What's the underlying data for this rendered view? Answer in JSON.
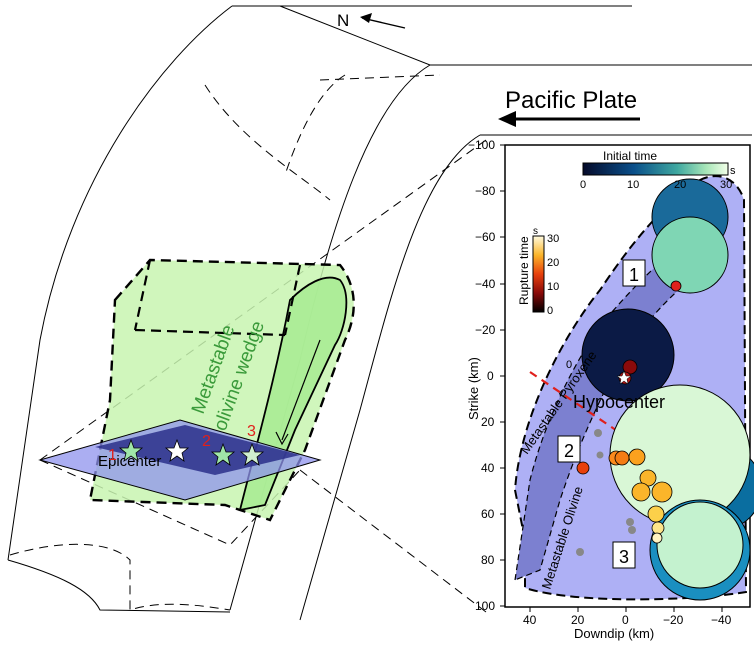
{
  "figure": {
    "north_label": "N",
    "plate_label": "Pacific Plate",
    "wedge_label_line1": "Metastable",
    "wedge_label_line2": "olivine wedge",
    "epicenter_label": "Epicenter",
    "sub_events": [
      "1",
      "2",
      "3"
    ],
    "hypocenter_label": "Hypocenter",
    "pyroxene_label": "Metastable Pyroxene",
    "olivine_label": "Metastable Olivine",
    "contour_label": "0"
  },
  "map": {
    "xlabel": "Downdip (km)",
    "ylabel": "Strike (km)",
    "xticks": [
      "40",
      "20",
      "0",
      "−20",
      "−40"
    ],
    "yticks": [
      "−100",
      "−80",
      "−60",
      "−40",
      "−20",
      "0",
      "20",
      "40",
      "60",
      "80",
      "100"
    ],
    "xlim": [
      50,
      -50
    ],
    "ylim": [
      -100,
      100
    ],
    "initial_time_bar": {
      "title": "Initial time",
      "unit": "s",
      "ticks": [
        "0",
        "10",
        "20",
        "30"
      ]
    },
    "rupture_time_bar": {
      "title": "Rupture time",
      "unit": "s",
      "ticks": [
        "30",
        "20",
        "10",
        "0"
      ]
    },
    "box_labels": [
      "1",
      "2",
      "3"
    ]
  },
  "colors": {
    "olivine_green": "#c8f5b0",
    "slab_blue": "#aeb0f5",
    "metastable_band": "#7c80d0",
    "fault_line": "#e0201c",
    "sub_event_red": "#e0201c"
  }
}
